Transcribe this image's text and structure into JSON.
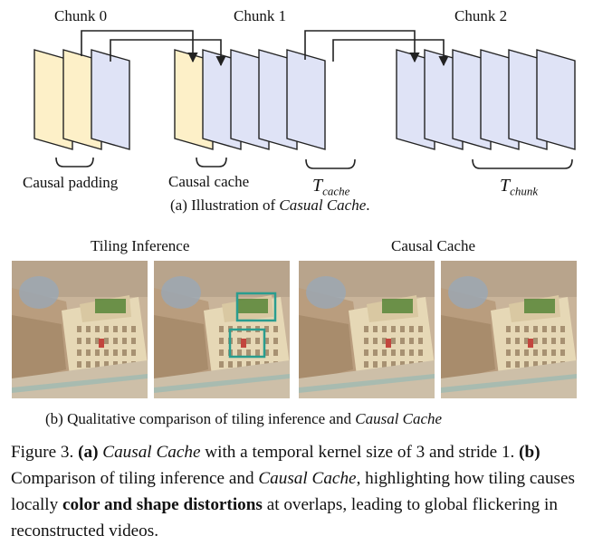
{
  "diagram": {
    "chunks": [
      "Chunk 0",
      "Chunk 1",
      "Chunk 2"
    ],
    "labels": {
      "causal_padding": "Causal padding",
      "causal_cache": "Causal cache",
      "t_cache_base": "T",
      "t_cache_sub": "cache",
      "t_chunk_base": "T",
      "t_chunk_sub": "chunk"
    },
    "caption_prefix": "(a) Illustration of ",
    "caption_emph": "Casual Cache",
    "caption_suffix": ".",
    "colors": {
      "frame_yellow": "#fdf0c8",
      "frame_blue": "#dfe3f6",
      "stroke": "#222222"
    }
  },
  "comparison": {
    "headers": [
      "Tiling Inference",
      "Causal Cache"
    ],
    "caption_prefix": "(b) Qualitative comparison of tiling inference and ",
    "caption_emph": "Causal Cache",
    "highlight_color": "#2a9d8f"
  },
  "figure_caption": {
    "label": "Figure 3.",
    "a_tag": "(a)",
    "a_emph": "Causal Cache",
    "a_text": " with a temporal kernel size of 3 and stride 1.",
    "b_tag": "(b)",
    "b_text1": " Comparison of tiling inference and ",
    "b_emph": "Causal Cache",
    "b_text2": ", highlighting how tiling causes locally ",
    "b_bold": "color and shape distortions",
    "b_text3": " at overlaps, leading to global flickering in reconstructed videos."
  }
}
